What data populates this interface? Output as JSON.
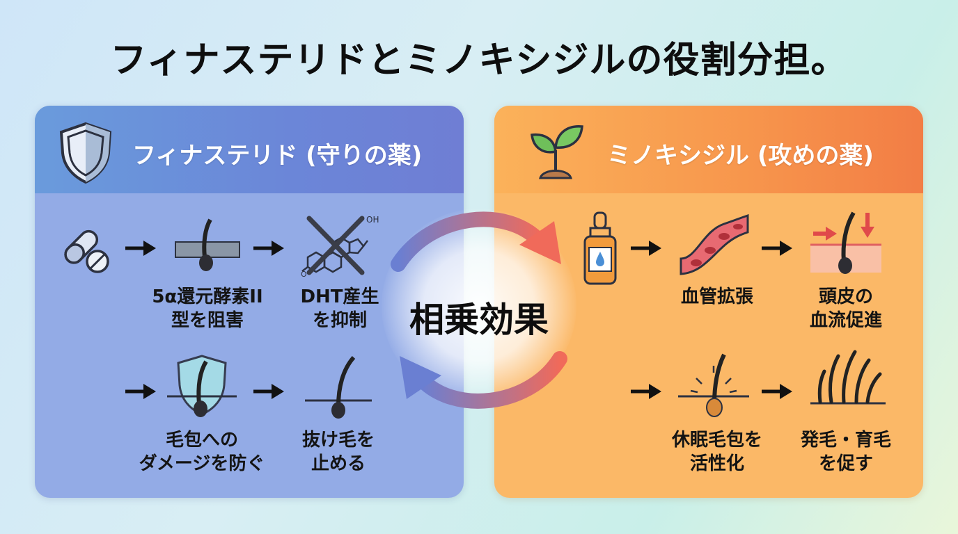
{
  "title": "フィナステリドとミノキシジルの役割分担。",
  "center_label": "相乗効果",
  "finasteride": {
    "title": "フィナステリド (守りの薬)",
    "steps": [
      {
        "line1": "5α還元酵素II",
        "line2": "型を阻害"
      },
      {
        "line1": "DHT産生",
        "line2": "を抑制"
      },
      {
        "line1": "毛包への",
        "line2": "ダメージを防ぐ"
      },
      {
        "line1": "抜け毛を",
        "line2": "止める"
      }
    ],
    "molecule_label": "OH"
  },
  "minoxidil": {
    "title": "ミノキシジル (攻めの薬)",
    "steps": [
      {
        "line1": "血管拡張"
      },
      {
        "line1": "頭皮の",
        "line2": "血流促進"
      },
      {
        "line1": "休眠毛包を",
        "line2": "活性化"
      },
      {
        "line1": "発毛・育毛",
        "line2": "を促す"
      }
    ]
  },
  "colors": {
    "finasteride_panel": "#93abe6",
    "minoxidil_panel": "#fbb867",
    "arrow_gradient_start": "#6a7fd2",
    "arrow_gradient_end": "#f06a5a"
  },
  "icons": [
    "shield-icon",
    "sprout-icon",
    "pill-icon",
    "hair-follicle-icon",
    "crossed-molecule-icon",
    "shielded-follicle-icon",
    "dropper-bottle-icon",
    "blood-vessel-icon",
    "scalp-blood-flow-icon",
    "active-follicle-icon",
    "hair-growth-icon"
  ]
}
